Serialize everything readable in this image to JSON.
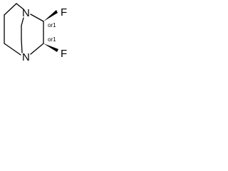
{
  "molecule": {
    "atoms": {
      "n_top": "N",
      "n_bottom": "N",
      "f_top": "F",
      "f_bottom": "F"
    },
    "stereo_labels": {
      "c2": "or1",
      "c3": "or1"
    },
    "colors": {
      "bond": "#000000",
      "text": "#000000",
      "background": "#ffffff"
    }
  }
}
